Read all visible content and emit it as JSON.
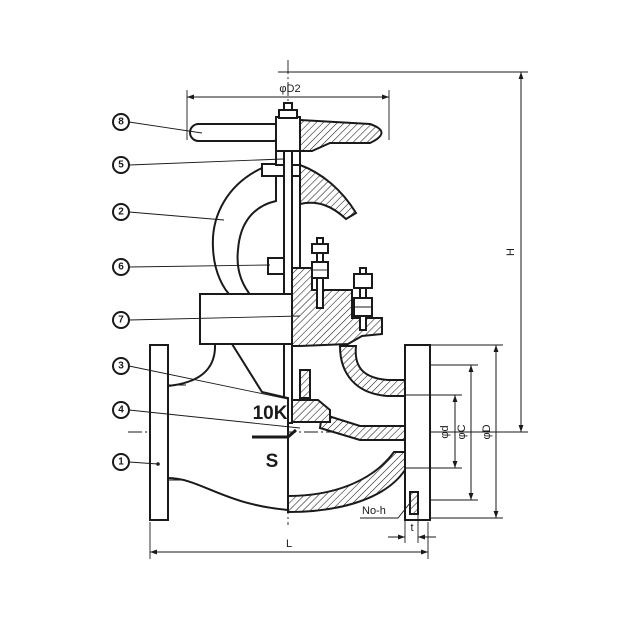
{
  "diagram": {
    "callouts": [
      {
        "number": "8"
      },
      {
        "number": "5"
      },
      {
        "number": "2"
      },
      {
        "number": "6"
      },
      {
        "number": "7"
      },
      {
        "number": "3"
      },
      {
        "number": "4"
      },
      {
        "number": "1"
      }
    ],
    "dimensions": {
      "handwheel_diameter": "φD2",
      "height": "H",
      "bore": "φd",
      "bolt_circle": "φC",
      "flange_diameter": "φD",
      "length": "L",
      "bolt_holes": "No-h",
      "thickness": "t"
    },
    "markings": {
      "pressure_rating": "10K",
      "body_mark": "S"
    },
    "colors": {
      "line": "#1a1a1a",
      "background": "#ffffff"
    }
  }
}
